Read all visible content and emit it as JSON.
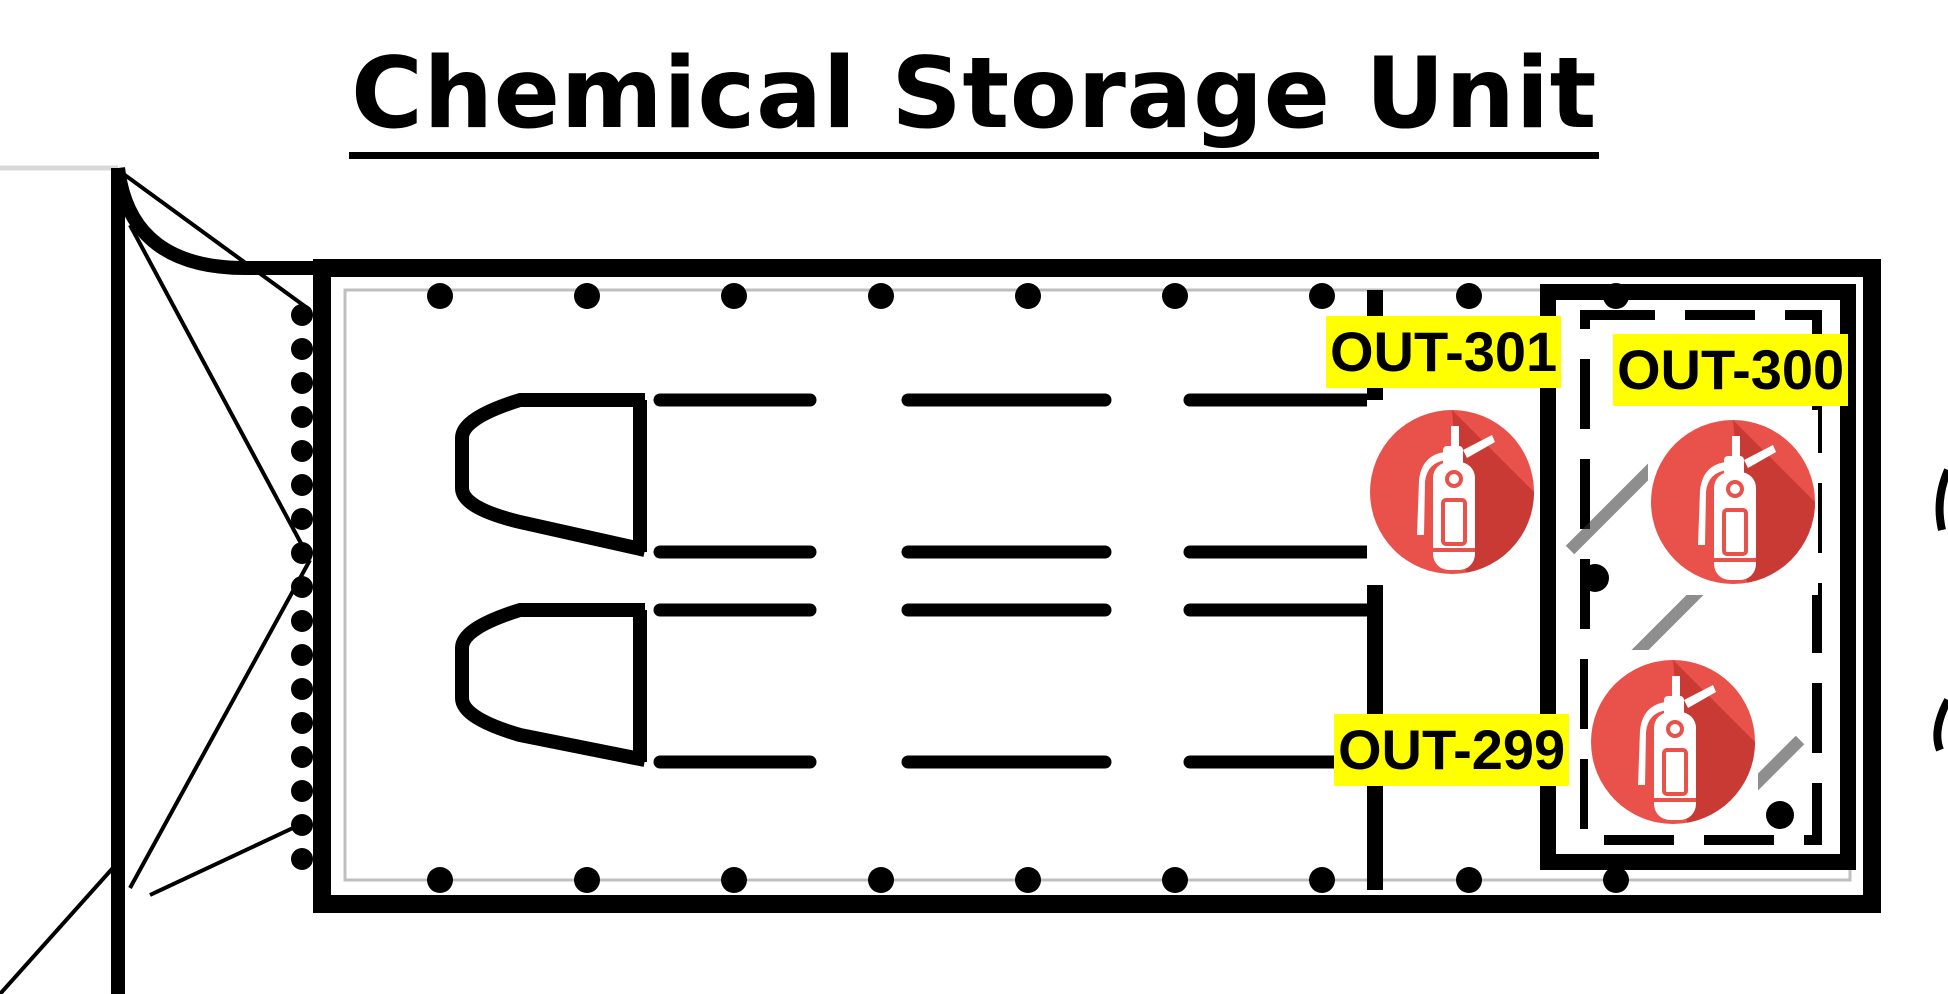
{
  "title": "Chemical Storage Unit",
  "markers": [
    {
      "id": "OUT-301",
      "icon": "fire-extinguisher-icon"
    },
    {
      "id": "OUT-300",
      "icon": "fire-extinguisher-icon"
    },
    {
      "id": "OUT-299",
      "icon": "fire-extinguisher-icon"
    }
  ],
  "colors": {
    "label_background": "#ffff00",
    "extinguisher_badge": "#e8524a",
    "extinguisher_shadow": "#c93a35",
    "linework": "#000000"
  }
}
